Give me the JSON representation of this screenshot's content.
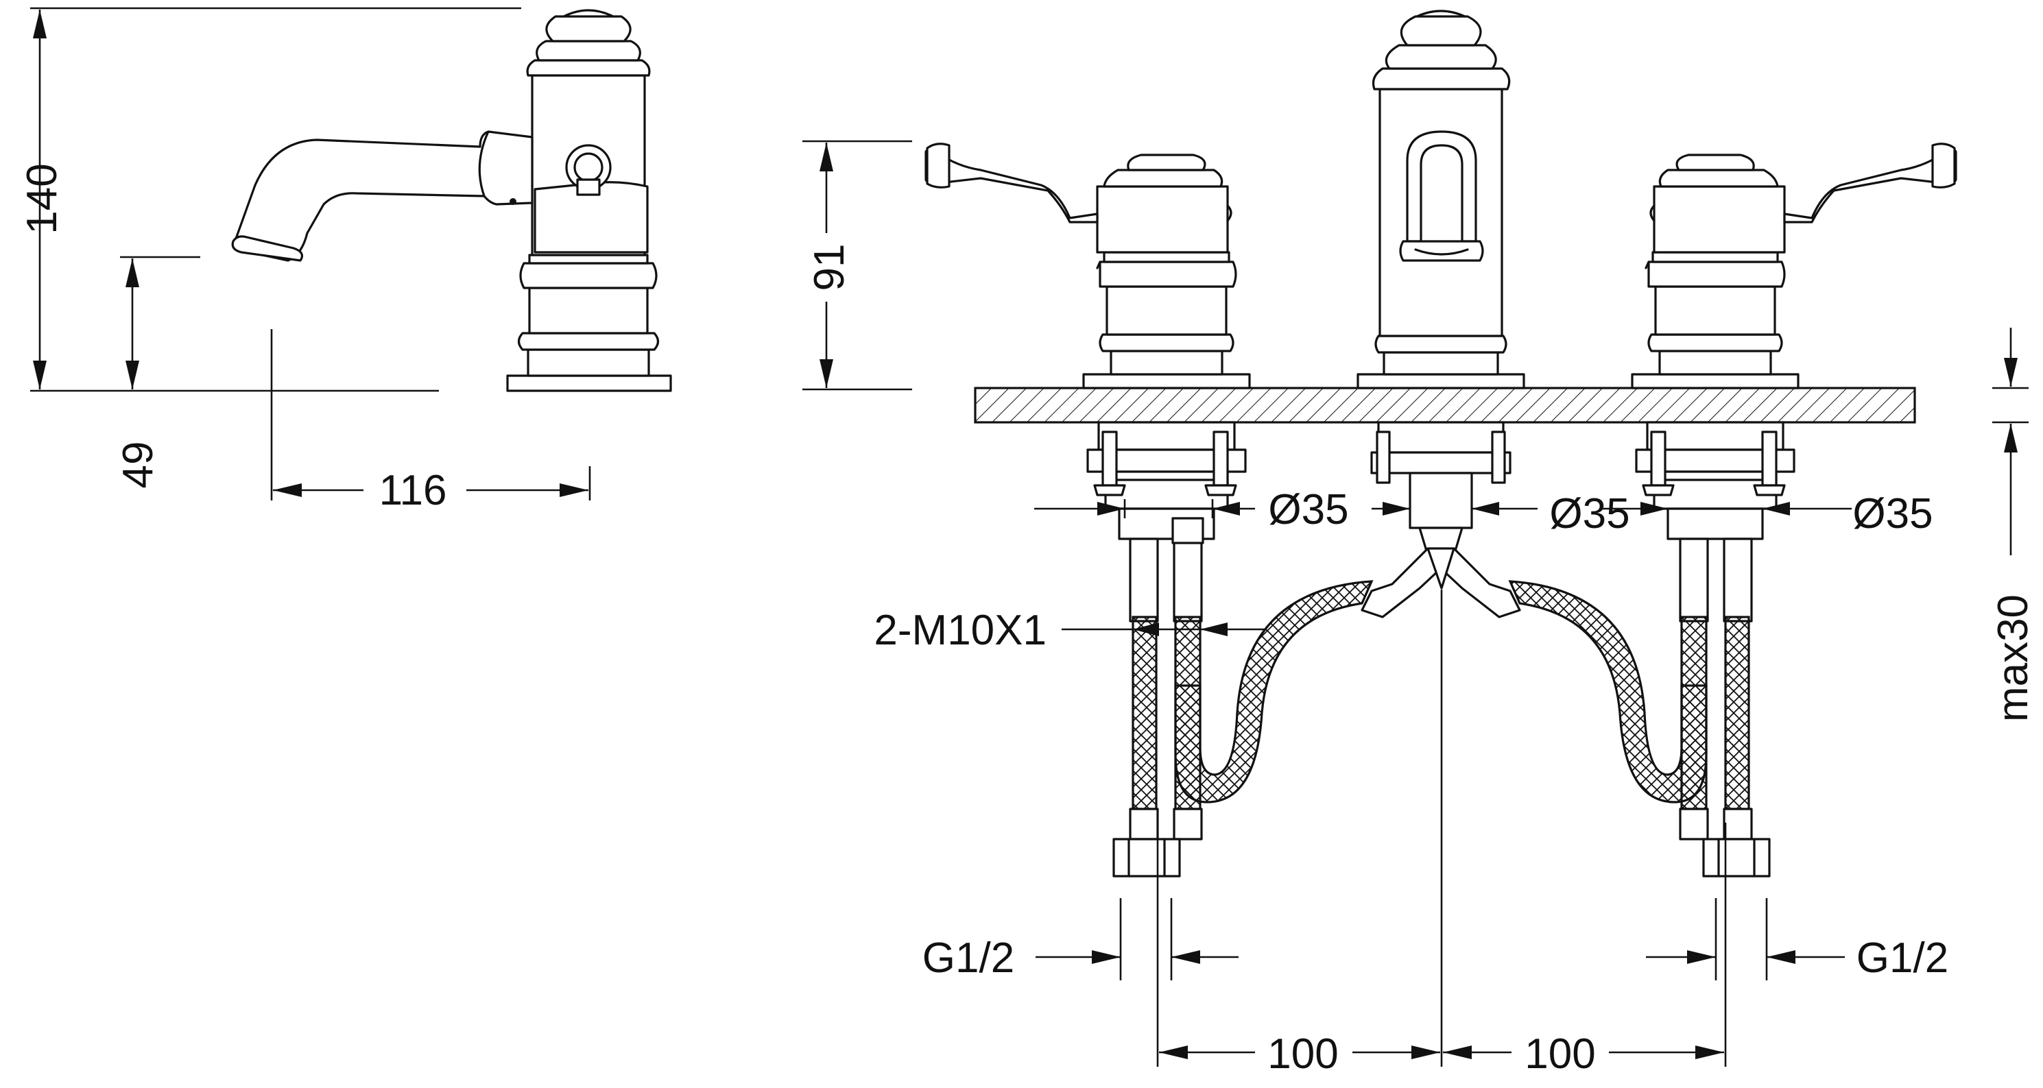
{
  "dimensions": {
    "overall_height": "140",
    "spout_height": "49",
    "spout_reach": "116",
    "handle_height": "91",
    "deck_thickness": "max30",
    "hole_left": "Ø35",
    "hole_center": "Ø35",
    "hole_right": "Ø35",
    "connector_thread": "2-M10X1",
    "inlet_left": "G1/2",
    "inlet_right": "G1/2",
    "spacing_left": "100",
    "spacing_right": "100"
  }
}
